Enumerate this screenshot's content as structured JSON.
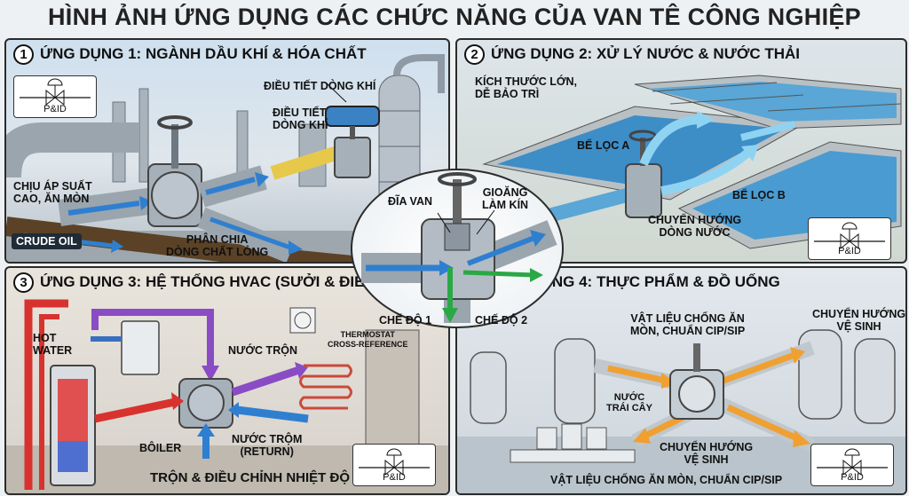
{
  "title": "HÌNH ẢNH ỨNG DỤNG CÁC CHỨC NĂNG CỦA VAN TÊ CÔNG NGHIỆP",
  "pid_label": "P&ID",
  "panel1": {
    "num": "1",
    "title": "ỨNG DỤNG 1: NGÀNH DẦU KHÍ & HÓA CHẤT",
    "labels": {
      "flow_reg_1": "ĐIỀU TIẾT DÒNG KHÍ",
      "flow_reg_2a": "ĐIỀU TIẾT",
      "flow_reg_2b": "DÒNG KHÍ",
      "pressure_a": "CHỊU ÁP SUẤT",
      "pressure_b": "CAO, ĂN MÒN",
      "crude": "CRUDE OIL",
      "split_a": "PHÂN CHIA",
      "split_b": "DÒNG CHẤT LỎNG"
    }
  },
  "panel2": {
    "num": "2",
    "title": "ỨNG DỤNG 2: XỬ LÝ NƯỚC & NƯỚC THẢI",
    "labels": {
      "size_a": "KÍCH THƯỚC LỚN,",
      "size_b": "DỄ BẢO TRÌ",
      "tank_a": "BỂ LỌC A",
      "tank_b": "BỂ LỌC B",
      "divert_a": "CHUYỂN HƯỚNG",
      "divert_b": "DÒNG NƯỚC"
    }
  },
  "center": {
    "disc": "ĐĨA VAN",
    "gasket_a": "GIOĂNG",
    "gasket_b": "LÀM KÍN",
    "mode1": "CHẾ ĐỘ 1",
    "mode2": "CHẾ ĐỘ 2"
  },
  "panel3": {
    "num": "3",
    "title": "ỨNG DỤNG 3: HỆ THỐNG HVAC (SƯỞI & ĐIỀU HÒA)",
    "labels": {
      "hot_a": "HOT",
      "hot_b": "WATER",
      "mixed": "NƯỚC TRỘN",
      "thermo_a": "THERMOSTAT",
      "thermo_b": "CROSS-REFERENCE",
      "boiler": "BÔILER",
      "return_a": "NƯỚC TRỘM",
      "return_b": "(RETURN)",
      "mix_control": "TRỘN & ĐIỀU CHỈNH NHIỆT ĐỘ"
    }
  },
  "panel4": {
    "num": "4",
    "title": "ỨNG DỤNG 4: THỰC PHẨM & ĐỒ UỐNG",
    "labels": {
      "material_a": "VẬT LIỆU CHỐNG ĂN",
      "material_b": "MÒN, CHUẨN CIP/SIP",
      "sanitary_a": "CHUYỂN HƯỚNG",
      "sanitary_b": "VỆ SINH",
      "juice_a": "NƯỚC",
      "juice_b": "TRÁI CÂY",
      "divert_a": "CHUYỂN HƯỚNG",
      "divert_b": "VỆ SINH",
      "material_bottom": "VẬT LIỆU CHỐNG ĂN MÒN, CHUẨN CIP/SIP"
    }
  },
  "colors": {
    "flow_blue": "#2f7fd0",
    "flow_green": "#2aa845",
    "flow_purple": "#8a4cc4",
    "flow_red": "#d8322f",
    "flow_orange": "#f0a030",
    "steel": "#8f9aa5",
    "water": "#5aa6d6"
  }
}
